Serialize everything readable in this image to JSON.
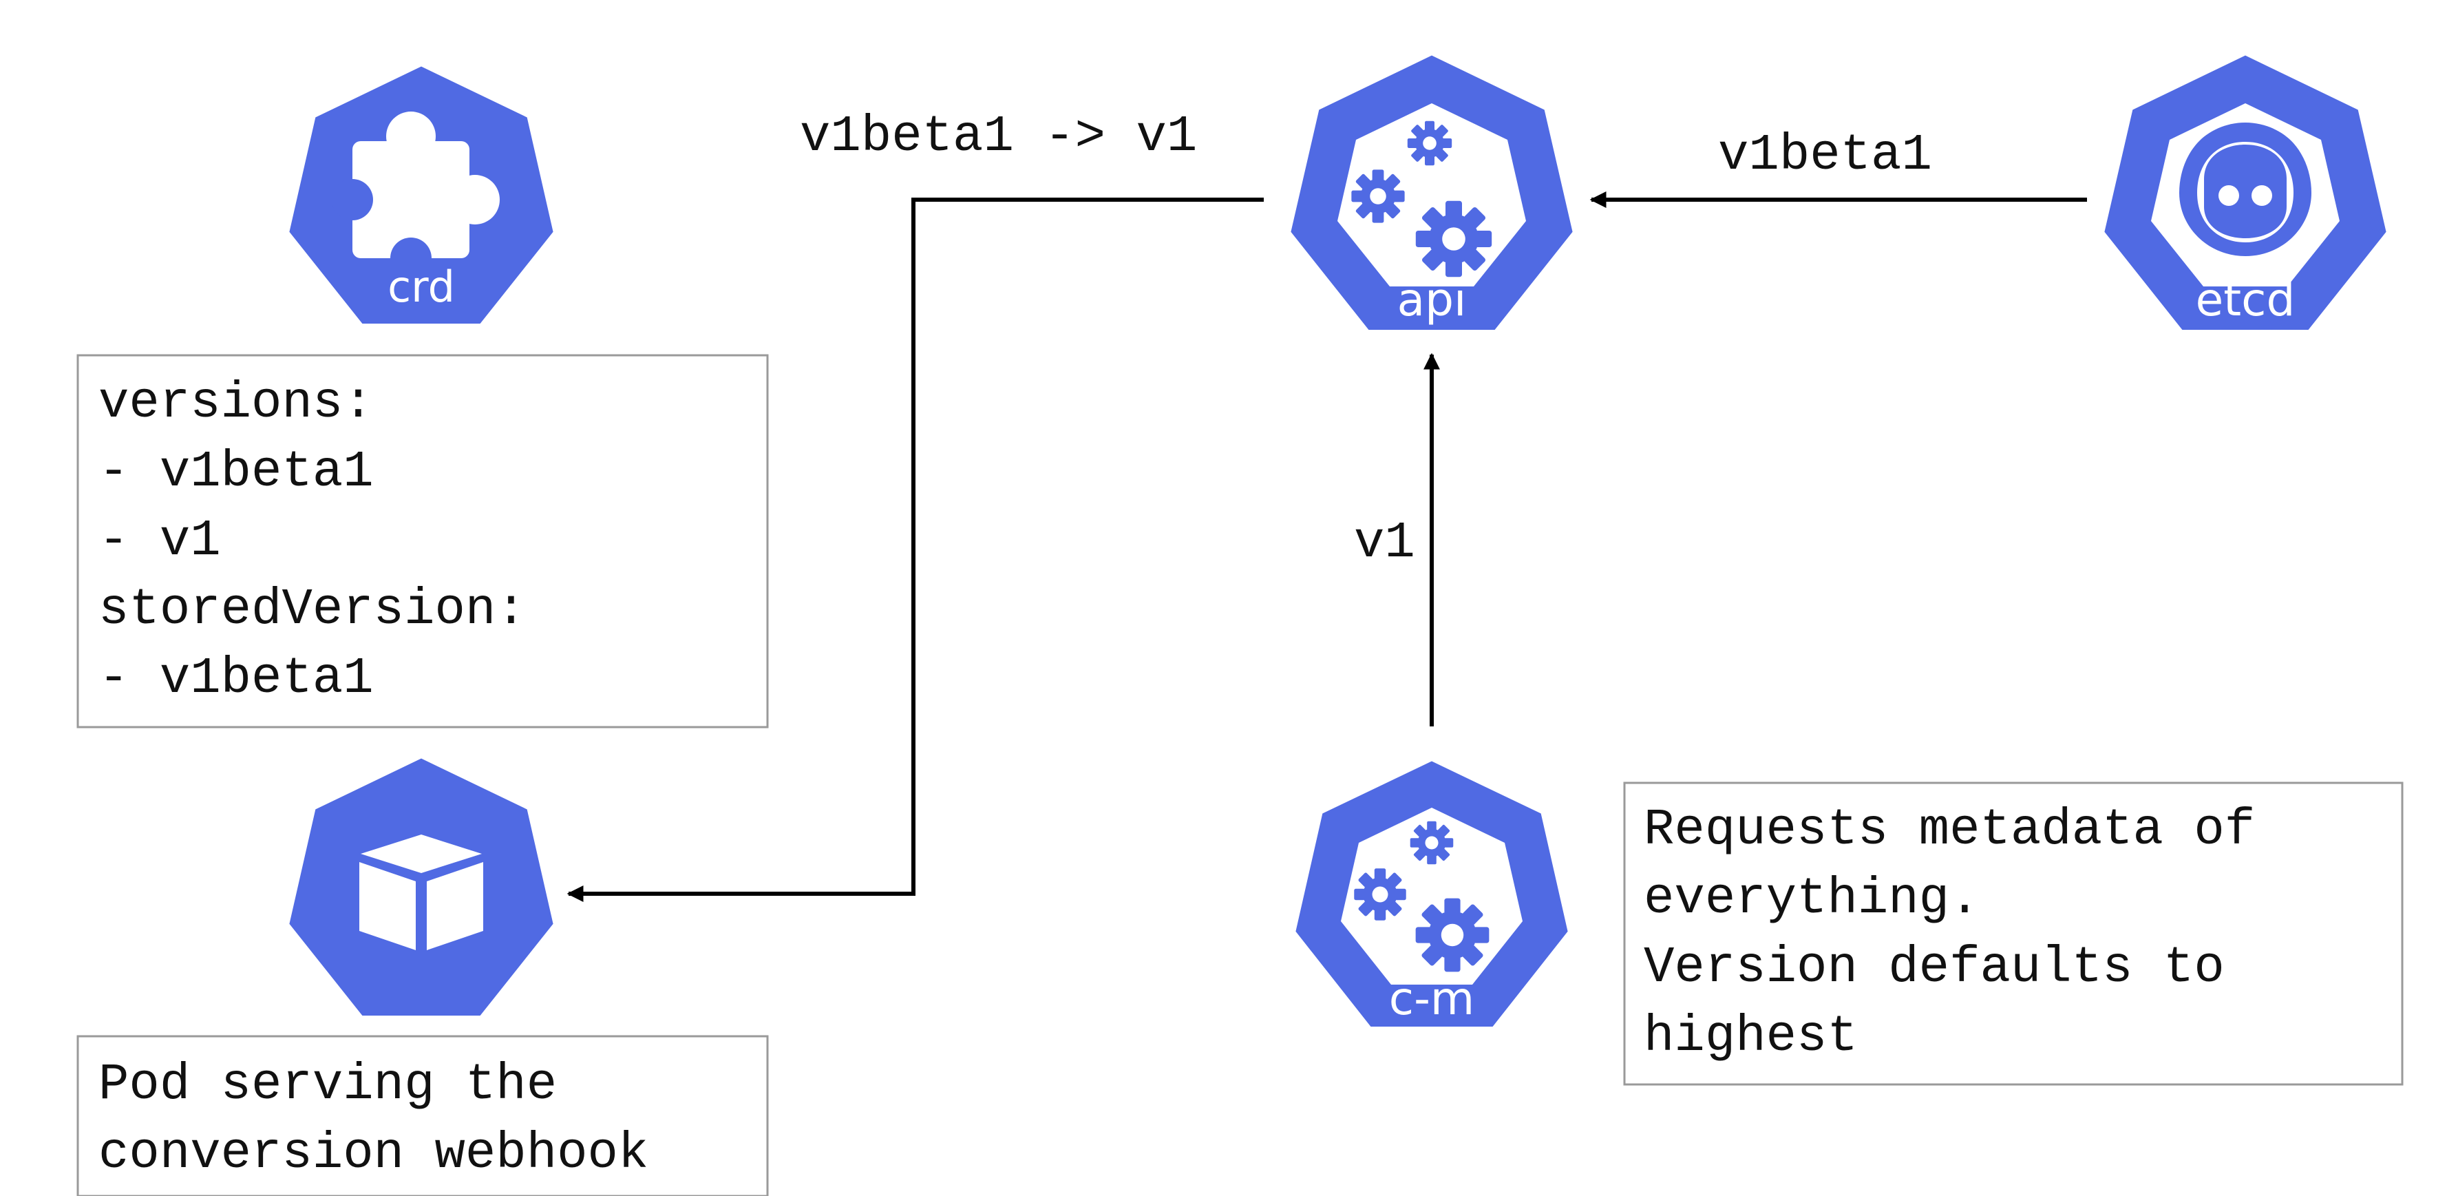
{
  "colors": {
    "icon_fill": "#506ae3",
    "icon_border": "#ffffff",
    "arrow": "#000000",
    "box_border": "#9a9a9a",
    "text": "#111111"
  },
  "nodes": {
    "crd": {
      "label": "crd",
      "icon": "puzzle-piece-icon"
    },
    "api": {
      "label": "api",
      "icon": "gears-icon"
    },
    "etcd": {
      "label": "etcd",
      "icon": "etcd-icon"
    },
    "pod": {
      "label": "",
      "icon": "cube-icon"
    },
    "cm": {
      "label": "c-m",
      "icon": "gears-icon"
    }
  },
  "notes": {
    "crd_versions": {
      "lines": [
        "versions:",
        "- v1beta1",
        "- v1",
        "storedVersion:",
        "- v1beta1"
      ]
    },
    "pod_description": {
      "lines": [
        "Pod serving the",
        "conversion webhook"
      ]
    },
    "cm_description": {
      "lines": [
        "Requests metadata of",
        "everything.",
        "Version defaults to",
        "highest"
      ]
    }
  },
  "edges": {
    "api_to_pod": {
      "label": "v1beta1 -> v1"
    },
    "etcd_to_api": {
      "label": "v1beta1"
    },
    "cm_to_api": {
      "label": "v1"
    }
  }
}
